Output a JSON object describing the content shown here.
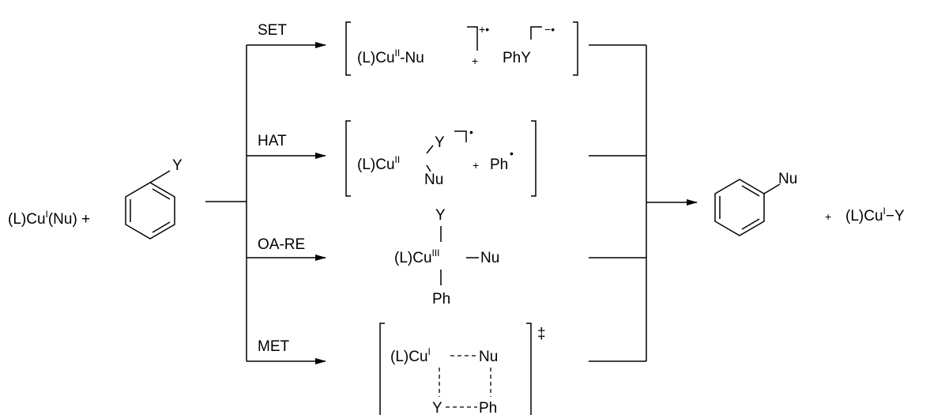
{
  "reactants": {
    "cu_complex": {
      "prefix": "(L)Cu",
      "ox": "I",
      "suffix": "(Nu) +"
    },
    "arene_substituent": "Y"
  },
  "pathways": [
    {
      "label": "SET"
    },
    {
      "label": "HAT"
    },
    {
      "label": "OA-RE"
    },
    {
      "label": "MET"
    }
  ],
  "set_intermediate": {
    "cu": "(L)Cu",
    "cu_ox": "II",
    "nu": "-Nu",
    "cation_charge": "+",
    "cation_radical": "•",
    "plus": "+",
    "phy": "PhY",
    "anion_charge": "−",
    "anion_radical": "•"
  },
  "hat_intermediate": {
    "cu": "(L)Cu",
    "cu_ox": "II",
    "y": "Y",
    "nu": "Nu",
    "radical": "•",
    "plus": "+",
    "ph": "Ph",
    "ph_radical": "•"
  },
  "oa_re_intermediate": {
    "y": "Y",
    "cu": "(L)Cu",
    "cu_ox": "III",
    "nu": "Nu",
    "ph": "Ph"
  },
  "met_transition_state": {
    "cu": "(L)Cu",
    "cu_ox": "I",
    "nu": "Nu",
    "y": "Y",
    "ph": "Ph",
    "ts": "‡"
  },
  "products": {
    "arene_substituent": "Nu",
    "plus": "+",
    "cu_y": {
      "prefix": "(L)Cu",
      "ox": "I",
      "suffix": "−Y"
    }
  }
}
